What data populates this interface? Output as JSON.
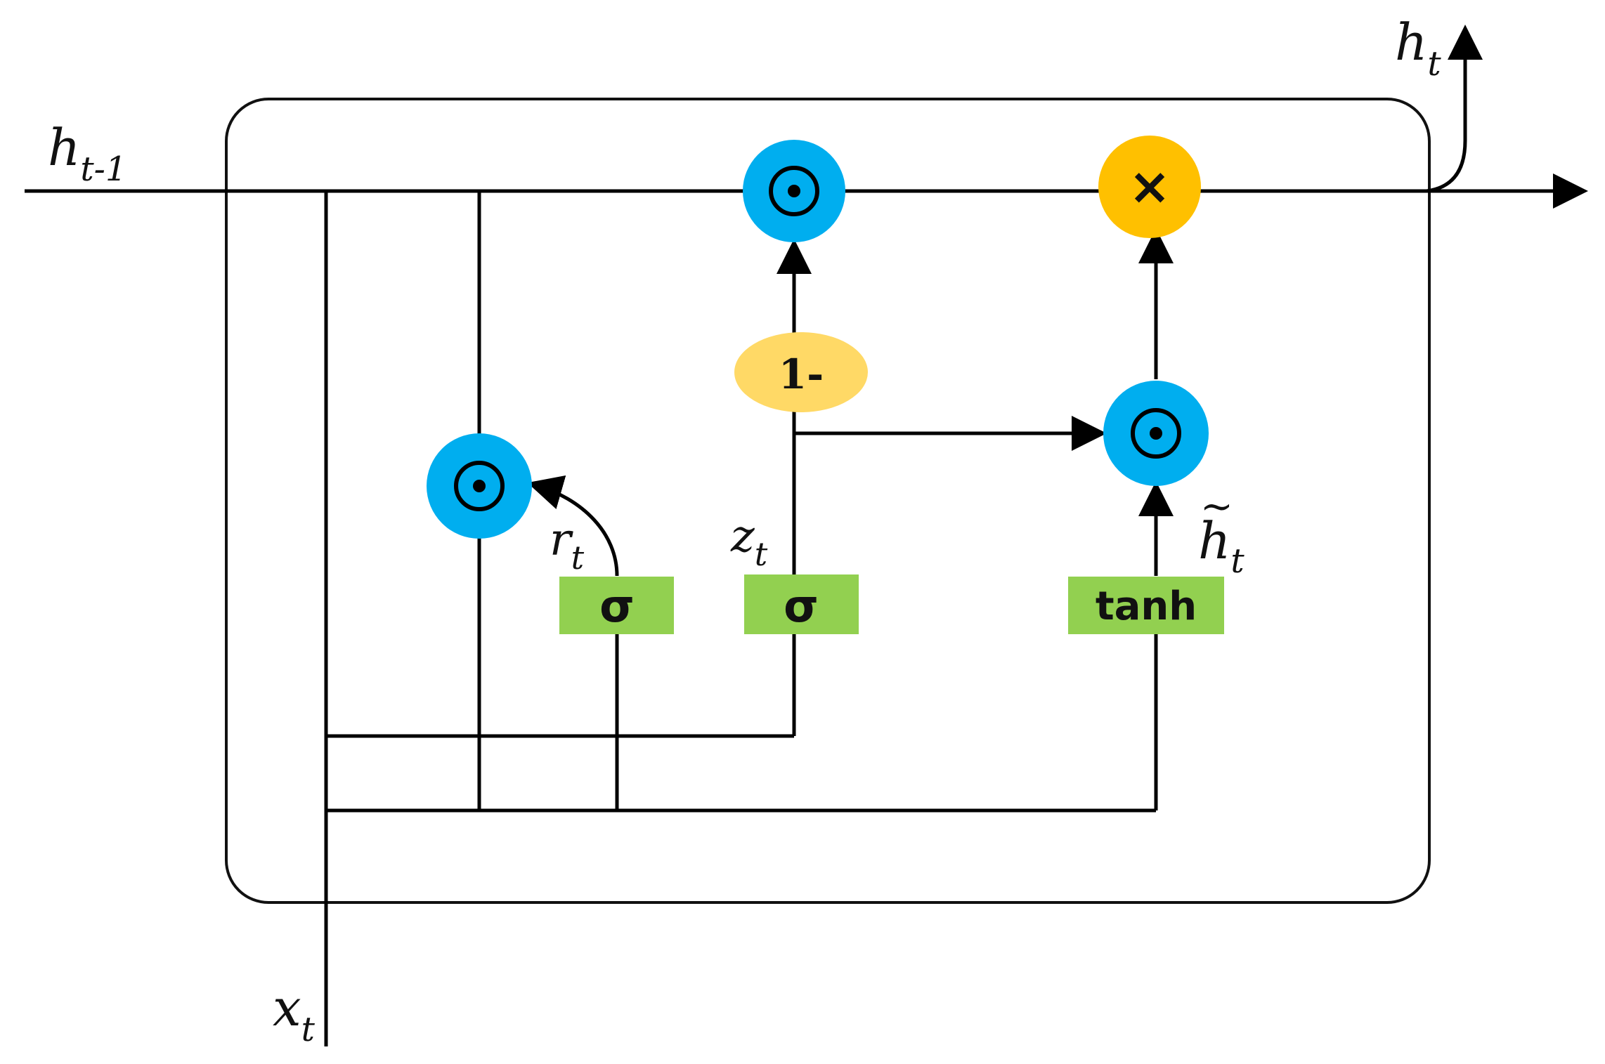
{
  "labels": {
    "h_prev": {
      "base": "h",
      "sub": "t-1"
    },
    "h_out": {
      "base": "h",
      "sub": "t"
    },
    "x_in": {
      "base": "x",
      "sub": "t"
    },
    "r": {
      "base": "r",
      "sub": "t"
    },
    "z": {
      "base": "z",
      "sub": "t"
    },
    "h_tilde": {
      "base": "h",
      "sub": "t",
      "accent": "~"
    }
  },
  "ops": {
    "hadamard_symbol": "⊙",
    "multiply_symbol": "×",
    "one_minus": "1-"
  },
  "gates": {
    "reset": "σ",
    "update": "σ",
    "candidate": "tanh"
  },
  "colors": {
    "hadamard_node": "#00AEEF",
    "multiply_node": "#FFC000",
    "one_minus_node": "#FFD966",
    "gate_box": "#92D050",
    "line": "#000000"
  }
}
